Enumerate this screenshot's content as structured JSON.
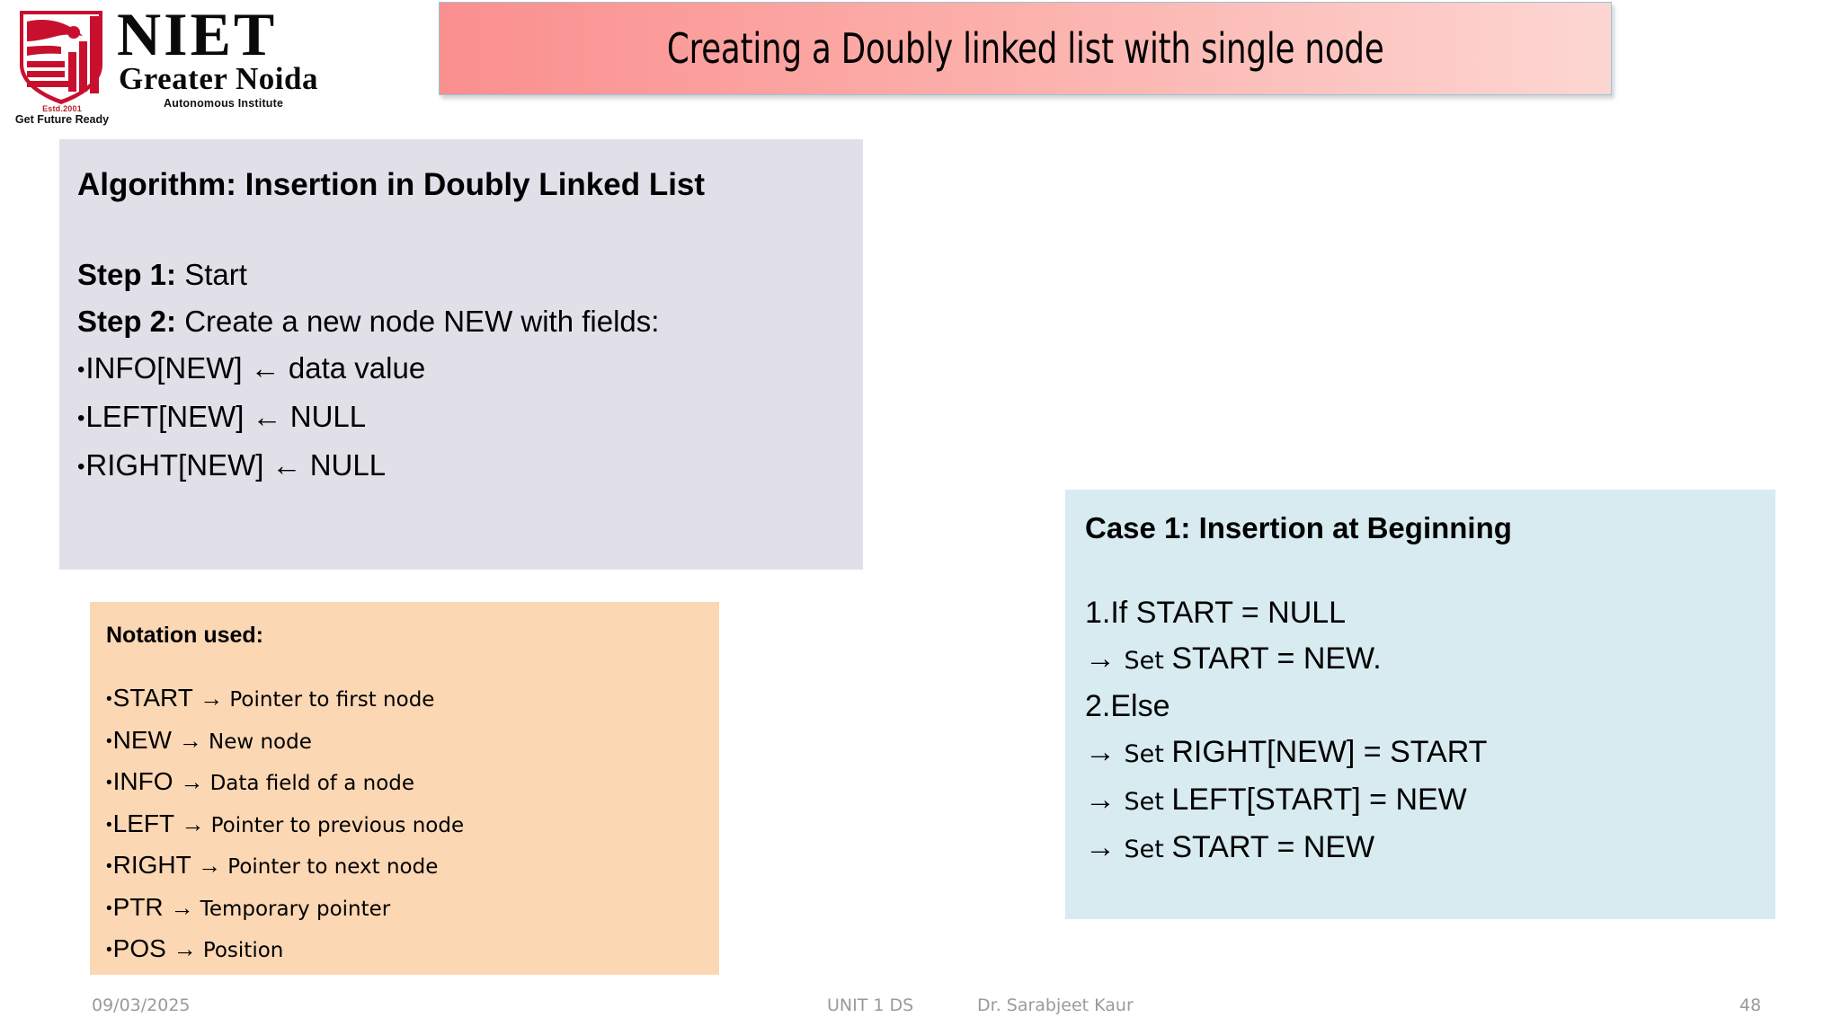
{
  "logo": {
    "mark_name": "niet-shield-logo",
    "estd": "Estd.2001",
    "tagline": "Get Future Ready",
    "name": "NIET",
    "location": "Greater Noida",
    "subtitle": "Autonomous Institute",
    "brand_color": "#c8102e"
  },
  "title_banner": {
    "text": "Creating a Doubly linked list with single node",
    "fill_from": "#fa8f8f",
    "fill_to": "#fdd6d2",
    "border_color": "#9dc3d4"
  },
  "algorithm_box": {
    "background": "#e1dfe8",
    "title": "Algorithm: Insertion in Doubly Linked List",
    "lines": [
      {
        "label": "Step 1:",
        "text": " Start",
        "bullet": false
      },
      {
        "label": "Step 2:",
        "text": " Create a new node NEW with fields:",
        "bullet": false
      },
      {
        "label": "",
        "text": "INFO[NEW] ← data value",
        "bullet": true
      },
      {
        "label": "",
        "text": "LEFT[NEW] ← NULL",
        "bullet": true
      },
      {
        "label": "",
        "text": "RIGHT[NEW] ← NULL",
        "bullet": true
      }
    ]
  },
  "notation_box": {
    "background": "#fbd7b4",
    "title": "Notation used:",
    "items": [
      {
        "term": "START",
        "arrow": "→",
        "desc": "Pointer to first node"
      },
      {
        "term": "NEW",
        "arrow": "→",
        "desc": "New node"
      },
      {
        "term": "INFO",
        "arrow": "→",
        "desc": "Data field of a node"
      },
      {
        "term": "LEFT",
        "arrow": "→",
        "desc": "Pointer to previous node"
      },
      {
        "term": "RIGHT",
        "arrow": "→",
        "desc": "Pointer to next node"
      },
      {
        "term": "PTR",
        "arrow": "→",
        "desc": "Temporary pointer"
      },
      {
        "term": "POS",
        "arrow": "→",
        "desc": "Position"
      }
    ]
  },
  "case_box": {
    "background": "#d7ebf0",
    "title": "Case 1: Insertion at Beginning",
    "lines": [
      {
        "prefix": "1.If ",
        "small": "",
        "rest": "START = NULL"
      },
      {
        "prefix": "→ ",
        "small": "Set ",
        "rest": "START = NEW."
      },
      {
        "prefix": "2.Else",
        "small": "",
        "rest": ""
      },
      {
        "prefix": "→ ",
        "small": "Set ",
        "rest": "RIGHT[NEW] = START"
      },
      {
        "prefix": "→ ",
        "small": "Set ",
        "rest": "LEFT[START] = NEW"
      },
      {
        "prefix": "→ ",
        "small": "Set ",
        "rest": "START = NEW"
      }
    ]
  },
  "footer": {
    "date": "09/03/2025",
    "unit": "UNIT 1 DS",
    "author": "Dr. Sarabjeet Kaur",
    "page": "48",
    "color": "#9a9a9a"
  }
}
